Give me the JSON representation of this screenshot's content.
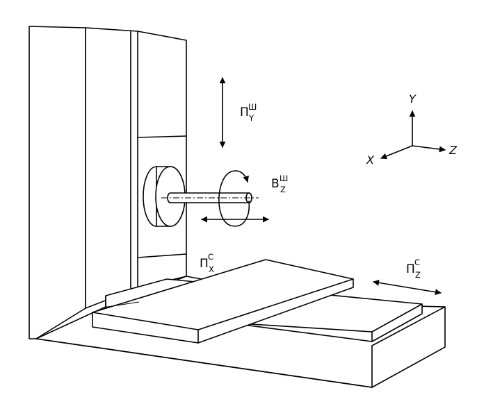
{
  "labels": {
    "spindle_y": {
      "base": "П",
      "sup": "Ш",
      "sub": "Y"
    },
    "spindle_rot_z": {
      "base": "В",
      "sup": "Ш",
      "sub": "Z"
    },
    "table_x": {
      "base": "П",
      "sup": "С",
      "sub": "X"
    },
    "table_z": {
      "base": "П",
      "sup": "С",
      "sub": "Z"
    }
  },
  "axes": {
    "y": "Y",
    "x": "X",
    "z": "Z"
  }
}
